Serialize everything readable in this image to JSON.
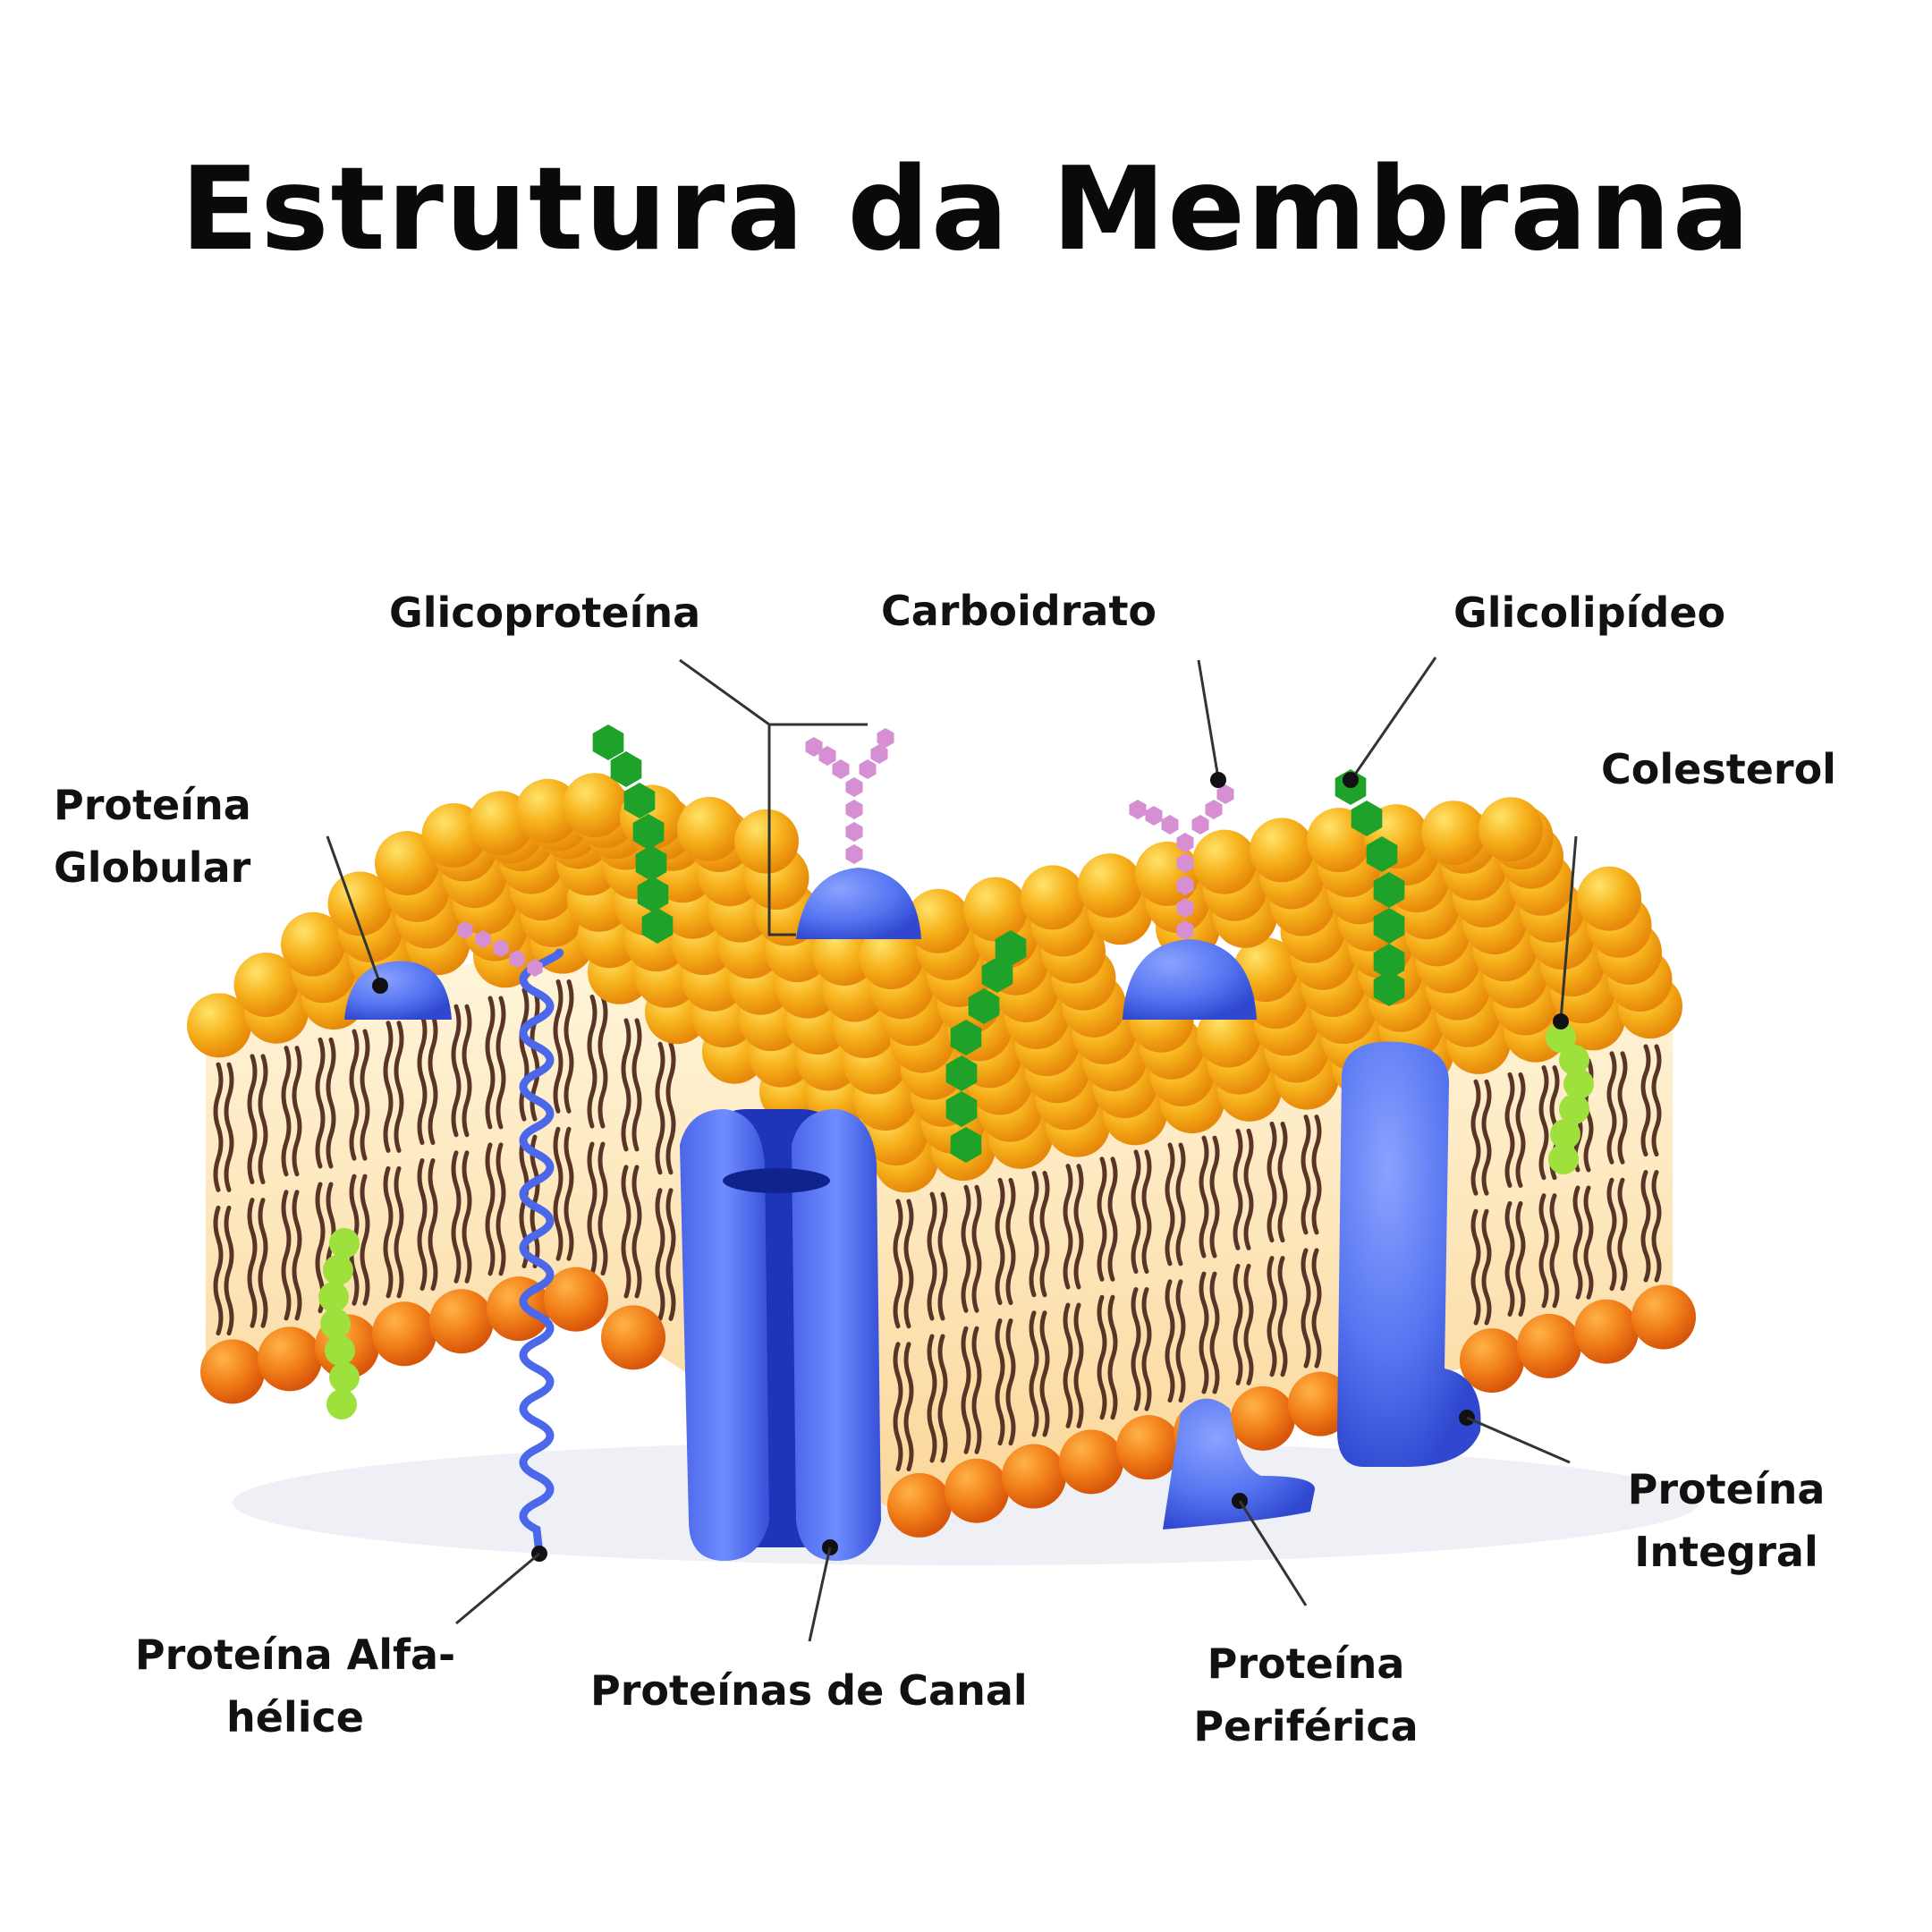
{
  "title": "Estrutura da Membrana",
  "labels": {
    "glicoproteina": "Glicoproteína",
    "carboidrato": "Carboidrato",
    "glicolipideo": "Glicolipídeo",
    "colesterol": "Colesterol",
    "proteina_globular": [
      "Proteína",
      "Globular"
    ],
    "proteina_alfa_helice": [
      "Proteína Alfa-",
      "hélice"
    ],
    "proteinas_de_canal": "Proteínas de Canal",
    "proteina_periferica": [
      "Proteína",
      "Periférica"
    ],
    "proteina_integral": [
      "Proteína",
      "Integral"
    ]
  },
  "colors": {
    "lipid_head": "#f6a81a",
    "lipid_head_lower": "#f07a12",
    "lipid_tail": "#5a3426",
    "membrane_core": "#fde9c2",
    "protein": "#4f6ef0",
    "protein_dark": "#1f35b8",
    "carbohydrate": "#d58fd2",
    "glycolipid": "#1fa22a",
    "cholesterol": "#9ee03c"
  }
}
